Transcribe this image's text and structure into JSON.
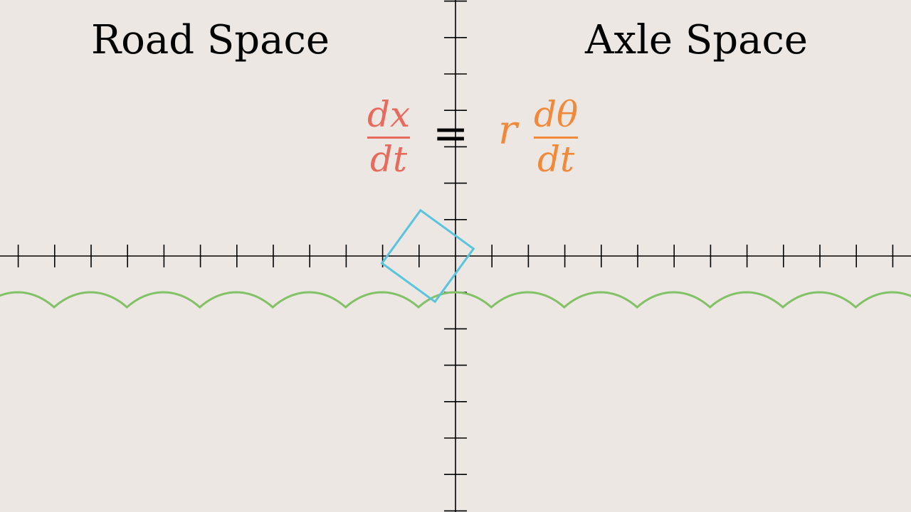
{
  "titles": {
    "left": "Road Space",
    "right": "Axle Space"
  },
  "equation": {
    "lhs_numerator": "dx",
    "lhs_denominator": "dt",
    "equals": "=",
    "radius": "r",
    "rhs_numerator": "dθ",
    "rhs_denominator": "dt"
  },
  "colors": {
    "background": "#ece7e3",
    "axes": "#000000",
    "road": "#83c167",
    "wheel": "#58c4dd",
    "lhs": "#e86a5c",
    "rhs": "#f08a3a"
  },
  "wheel": {
    "shape": "square",
    "rotation_deg": 36
  }
}
